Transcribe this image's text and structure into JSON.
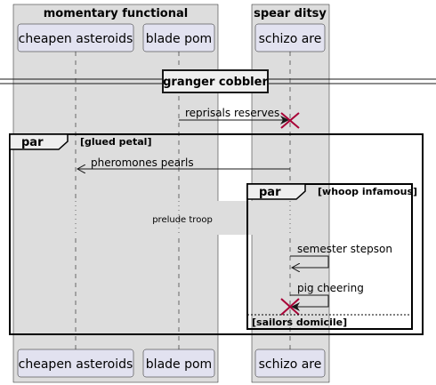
{
  "boxes": [
    {
      "title": "momentary functional"
    },
    {
      "title": "spear ditsy"
    }
  ],
  "participants": [
    {
      "label": "cheapen asteroids"
    },
    {
      "label": "blade pom"
    },
    {
      "label": "schizo are"
    }
  ],
  "divider": {
    "label": "granger cobbler"
  },
  "messages": [
    {
      "from": "blade pom",
      "to": "schizo are",
      "label": "reprisals reserves",
      "destroy": true
    },
    {
      "from": "schizo are",
      "to": "cheapen asteroids",
      "label": "pheromones pearls"
    },
    {
      "from": "schizo are",
      "to": "schizo are",
      "label": "semester stepson"
    },
    {
      "from": "schizo are",
      "to": "schizo are",
      "label": "pig cheering",
      "destroy": true
    }
  ],
  "delay": {
    "label": "prelude troop"
  },
  "fragments": {
    "outer": {
      "keyword": "par",
      "guard": "[glued petal]"
    },
    "inner": {
      "keyword": "par",
      "guard": "[whoop infamous]",
      "else_guard": "[sailors domicile]"
    }
  },
  "colors": {
    "box_fill": "#dddddd",
    "participant_fill": "#e2e2f0",
    "destroy": "#a80036",
    "line": "#181818"
  }
}
